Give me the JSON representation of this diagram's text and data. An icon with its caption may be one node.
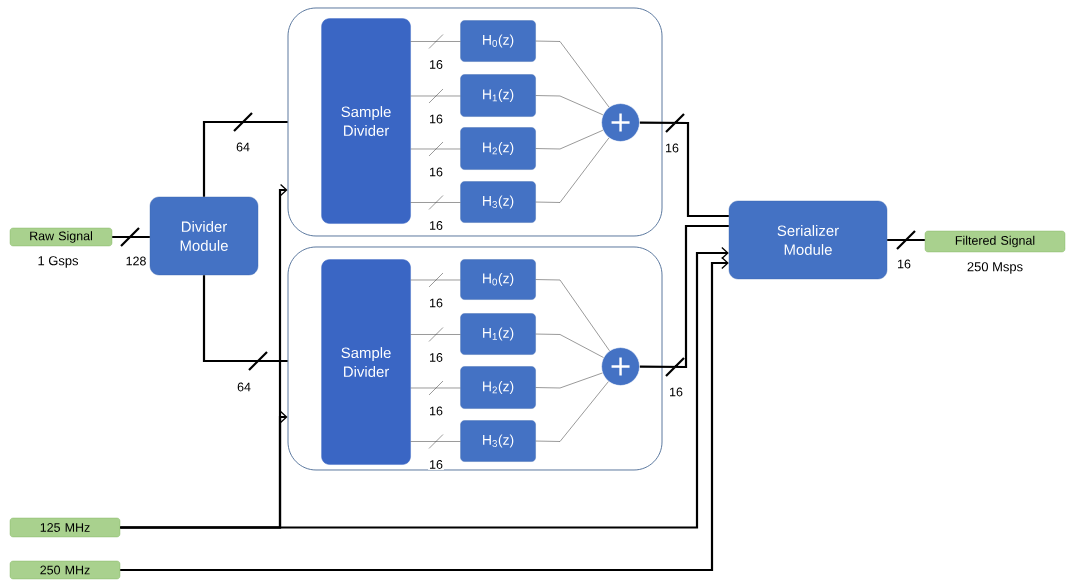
{
  "diagram": {
    "nodes": [
      {
        "text": [
          "Raw Signal"
        ],
        "beside": [
          "1 Gsps"
        ]
      },
      {
        "text": [
          "Divider Module"
        ]
      },
      {
        "text": [],
        "shape": "box"
      },
      {
        "text": [
          "Sample Divider"
        ],
        "in": 2
      },
      {
        "text": [
          "H$_{0}$(z)"
        ],
        "in": 2
      },
      {
        "text": [
          "H$_{1}$(z)"
        ],
        "in": 2
      },
      {
        "text": [
          "H$_{2}$(z)"
        ],
        "in": 2
      },
      {
        "text": [
          "H$_{3}$(z)"
        ],
        "in": 2
      },
      {
        "text": [],
        "shape": "circle",
        "in": 2
      },
      {
        "text": [],
        "shape": "box"
      },
      {
        "text": [
          "Sample Divider"
        ],
        "in": 9
      },
      {
        "text": [
          "H$_{0}$(z)"
        ],
        "in": 9
      },
      {
        "text": [
          "H$_{1}$(z)"
        ],
        "in": 9
      },
      {
        "text": [
          "H$_{2}$(z)"
        ],
        "in": 9
      },
      {
        "text": [
          "H$_{3}$(z)"
        ],
        "in": 9
      },
      {
        "text": [],
        "shape": "circle",
        "in": 9
      },
      {
        "text": [
          "Serializer Module"
        ]
      },
      {
        "text": [
          "Filtered Signal"
        ],
        "beside": [
          "250 Msps"
        ]
      },
      {
        "text": [
          "125 MHz"
        ]
      },
      {
        "text": [
          "250 MHz"
        ]
      }
    ],
    "edges": [
      {
        "from": 0,
        "to": 1,
        "arrow": "none",
        "label": "128",
        "style": "thick"
      },
      {
        "from": 1,
        "to": 2,
        "arrow": "none",
        "label": "64",
        "style": "thick"
      },
      {
        "from": 1,
        "to": 9,
        "arrow": "none",
        "label": "64",
        "style": "thick"
      },
      {
        "from": 3,
        "to": 4,
        "arrow": "none",
        "label": "16"
      },
      {
        "from": 3,
        "to": 5,
        "arrow": "none",
        "label": "16"
      },
      {
        "from": 3,
        "to": 6,
        "arrow": "none",
        "label": "16"
      },
      {
        "from": 3,
        "to": 7,
        "arrow": "none",
        "label": "16"
      },
      {
        "from": 4,
        "to": 8,
        "arrow": "none"
      },
      {
        "from": 5,
        "to": 8,
        "arrow": "none"
      },
      {
        "from": 6,
        "to": 8,
        "arrow": "none"
      },
      {
        "from": 7,
        "to": 8,
        "arrow": "none"
      },
      {
        "from": 10,
        "to": 11,
        "arrow": "none",
        "label": "16"
      },
      {
        "from": 10,
        "to": 12,
        "arrow": "none",
        "label": "16"
      },
      {
        "from": 10,
        "to": 13,
        "arrow": "none",
        "label": "16"
      },
      {
        "from": 10,
        "to": 14,
        "arrow": "none",
        "label": "16"
      },
      {
        "from": 11,
        "to": 15,
        "arrow": "none"
      },
      {
        "from": 12,
        "to": 15,
        "arrow": "none"
      },
      {
        "from": 13,
        "to": 15,
        "arrow": "none"
      },
      {
        "from": 14,
        "to": 15,
        "arrow": "none"
      },
      {
        "from": 8,
        "to": 16,
        "arrow": "none",
        "label": "16",
        "style": "thick"
      },
      {
        "from": 15,
        "to": 16,
        "arrow": "none",
        "label": "16",
        "style": "thick"
      },
      {
        "from": 16,
        "to": 17,
        "arrow": "none",
        "label": "16",
        "style": "thick"
      },
      {
        "from": 18,
        "to": 2,
        "arrow": "to",
        "style": "thick"
      },
      {
        "from": 18,
        "to": 9,
        "arrow": "to",
        "style": "thick"
      },
      {
        "from": 18,
        "to": 16,
        "arrow": "to",
        "style": "thick"
      },
      {
        "from": 19,
        "to": 16,
        "arrow": "to",
        "style": "thick"
      }
    ]
  }
}
